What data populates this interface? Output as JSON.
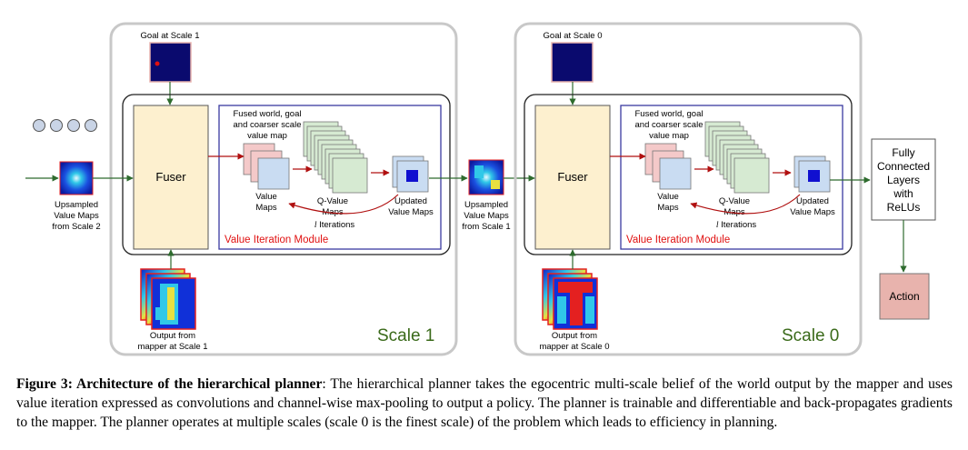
{
  "colors": {
    "scale_box_border": "#c8c8c8",
    "fuser_fill": "#fdf0cf",
    "vim_border": "#3a3aa0",
    "vim_label": "#e01010",
    "scale_label": "#3a6a1a",
    "qvalue_fill": "#d6ead2",
    "value_front_fill": "#c9dcf2",
    "value_back_fill": "#f4c9c9",
    "action_fill": "#e8b3ad",
    "goal_fill": "#0a0a6e",
    "goal_marker": "#e01010",
    "arrow_dark": "#2e6b2e",
    "arrow_red": "#b01010",
    "heatmap_blue": "#1030d8",
    "heatmap_red": "#e42020",
    "heatmap_cyan": "#30c8e8"
  },
  "scale1": {
    "label": "Scale 1",
    "goal_label": "Goal at Scale 1",
    "fuser_label": "Fuser",
    "fused_label": [
      "Fused world, goal",
      "and coarser scale",
      "value map"
    ],
    "value_maps_label": [
      "Value",
      "Maps"
    ],
    "qvalue_label": [
      "Q-Value",
      "Maps"
    ],
    "updated_label": [
      "Updated",
      "Value Maps"
    ],
    "iterations_italic": "l",
    "iterations_text": " Iterations",
    "vim_label": "Value Iteration Module",
    "mapper_label": [
      "Output from",
      "mapper at Scale 1"
    ],
    "upsampled_label": [
      "Upsampled",
      "Value Maps",
      "from Scale 2"
    ]
  },
  "scale0": {
    "label": "Scale 0",
    "goal_label": "Goal at Scale 0",
    "fuser_label": "Fuser",
    "fused_label": [
      "Fused world, goal",
      "and coarser scale",
      "value map"
    ],
    "value_maps_label": [
      "Value",
      "Maps"
    ],
    "qvalue_label": [
      "Q-Value",
      "Maps"
    ],
    "updated_label": [
      "Updated",
      "Value Maps"
    ],
    "iterations_italic": "l",
    "iterations_text": " Iterations",
    "vim_label": "Value Iteration Module",
    "mapper_label": [
      "Output from",
      "mapper at Scale 0"
    ],
    "upsampled_label": [
      "Upsampled",
      "Value Maps",
      "from Scale 1"
    ]
  },
  "fc_label": [
    "Fully",
    "Connected",
    "Layers",
    "with",
    "ReLUs"
  ],
  "action_label": "Action",
  "caption": {
    "figure_label": "Figure 3: Architecture of the hierarchical planner",
    "text_1": ": The hierarchical planner takes the egocentric multi-scale belief of the world output by the mapper and uses value iteration expressed as convolutions and channel-wise max-pooling to output a policy. The planner is trainable and differentiable and back-propagates gradients to the mapper. The planner operates at multiple scales (scale ",
    "scale_number": "0",
    "text_2": " is the finest scale) of the problem which leads to efficiency in planning."
  }
}
